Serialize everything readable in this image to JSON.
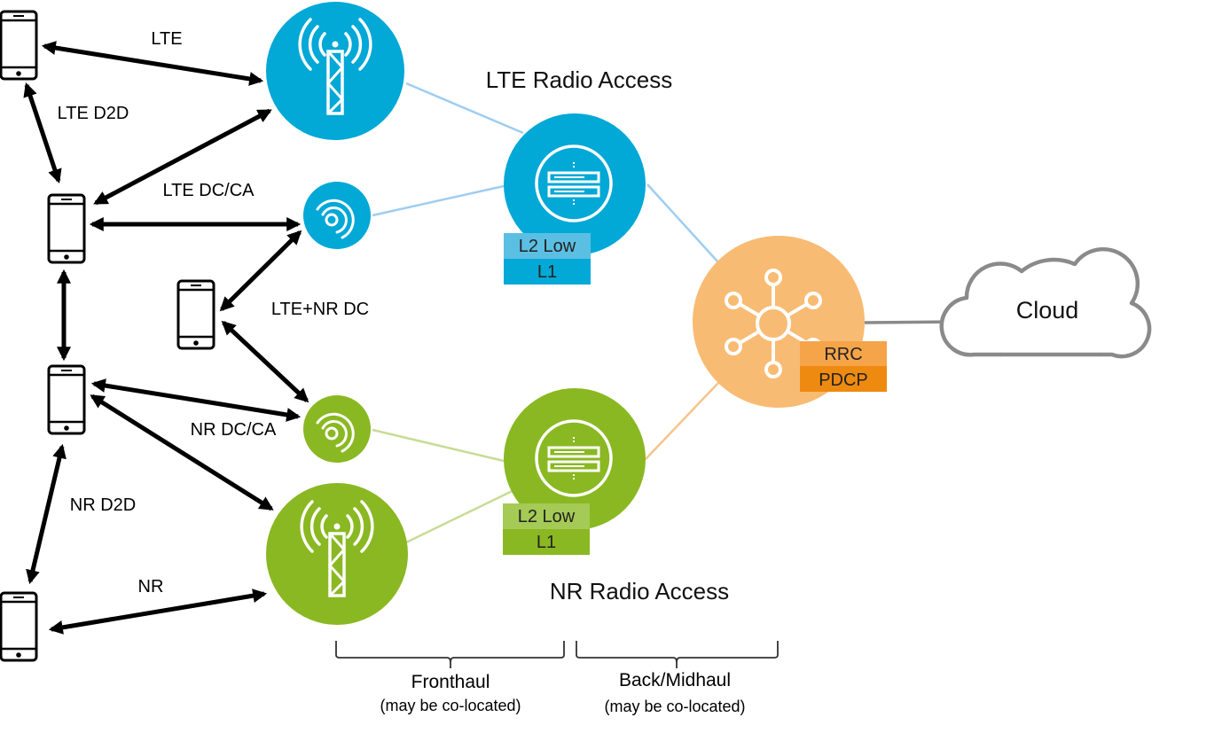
{
  "colors": {
    "lte_blue": "#02a8d6",
    "nr_green": "#8ab822",
    "hub_orange": "#f8bb73",
    "rrc_box": "#f5a44a",
    "pdcp_box": "#ee8a10",
    "lte_l2low_box": "#5bbfe3",
    "nr_l2low_box": "#a5ca55",
    "lte_link": "#9fcdf1",
    "nr_link": "#c7dc95",
    "orange_link": "#f5c48b",
    "cloud_stroke": "#8a8a8a",
    "arrow": "#000000"
  },
  "links": {
    "lte": "LTE",
    "lte_d2d": "LTE D2D",
    "lte_dc_ca": "LTE DC/CA",
    "lte_nr_dc": "LTE+NR DC",
    "nr_dc_ca": "NR DC/CA",
    "nr_d2d": "NR D2D",
    "nr": "NR"
  },
  "sections": {
    "lte_radio_access": "LTE Radio Access",
    "nr_radio_access": "NR Radio Access"
  },
  "lte_server": {
    "l2_low": "L2 Low",
    "l1": "L1"
  },
  "nr_server": {
    "l2_low": "L2 Low",
    "l1": "L1"
  },
  "hub": {
    "rrc": "RRC",
    "pdcp": "PDCP"
  },
  "cloud": {
    "label": "Cloud"
  },
  "braces": {
    "fronthaul": "Fronthaul",
    "fronthaul_note": "(may be co-located)",
    "backhaul": "Back/Midhaul",
    "backhaul_note": "(may be co-located)"
  },
  "icons": {
    "phone": "phone-icon",
    "tower": "cell-tower-icon",
    "small_cell": "small-cell-icon",
    "server": "server-icon",
    "network": "network-hub-icon",
    "cloud": "cloud-icon"
  }
}
